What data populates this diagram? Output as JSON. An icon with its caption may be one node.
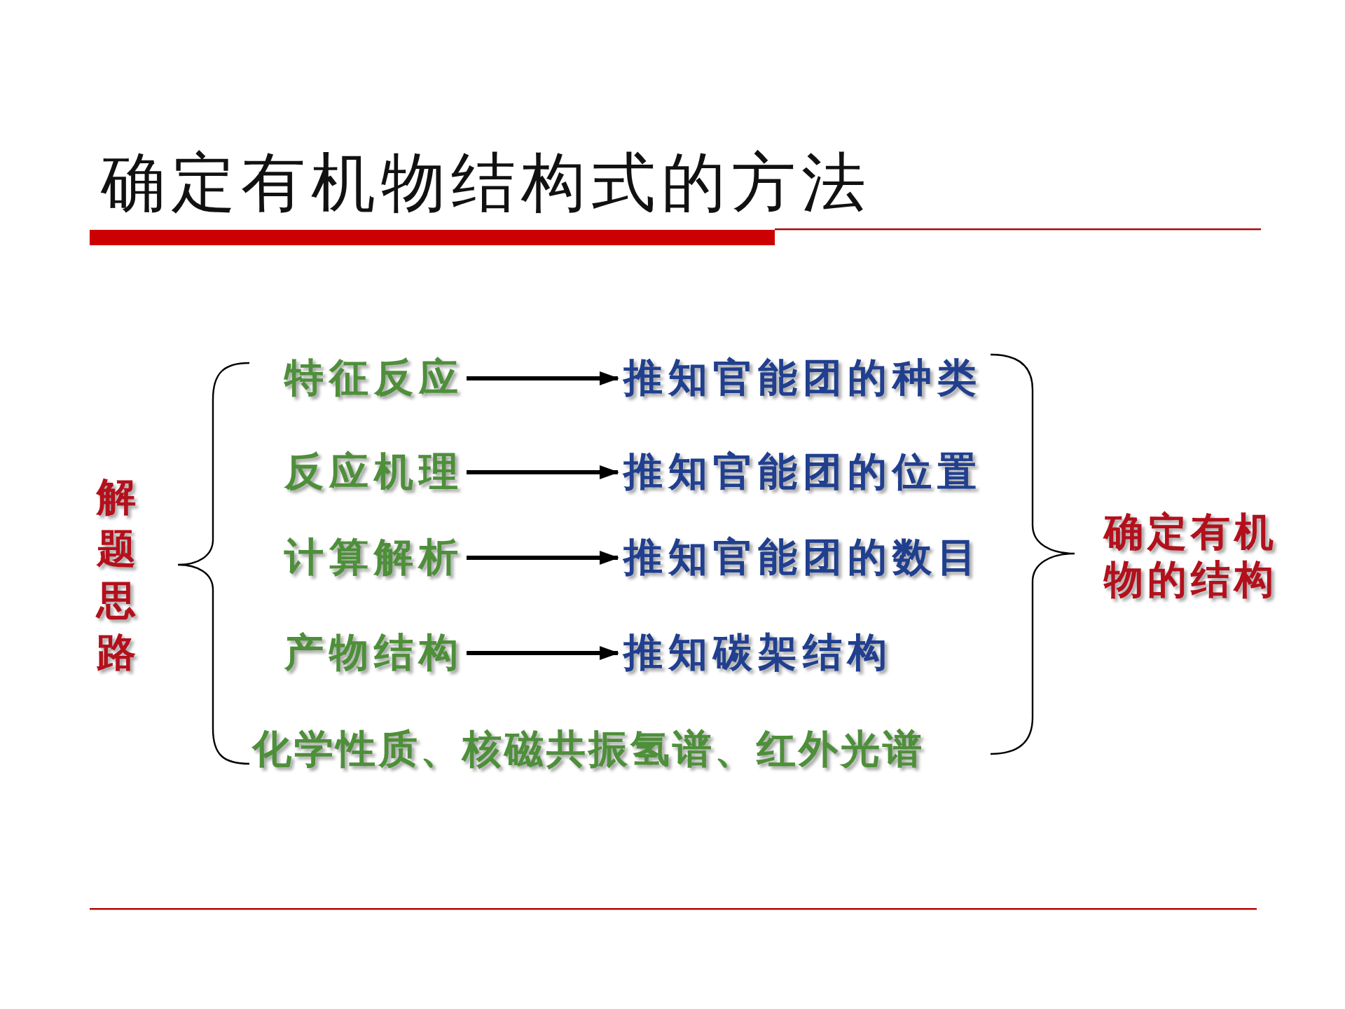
{
  "diagram": {
    "title": "确定有机物结构式的方法",
    "nodes": [
      {
        "text": [
          "特征反应"
        ]
      },
      {
        "text": [
          "推知官能团的种类"
        ]
      },
      {
        "text": [
          "反应机理"
        ]
      },
      {
        "text": [
          "推知官能团的位置"
        ]
      },
      {
        "text": [
          "计算解析"
        ]
      },
      {
        "text": [
          "推知官能团的数目"
        ]
      },
      {
        "text": [
          "产物结构"
        ]
      },
      {
        "text": [
          "推知碳架结构"
        ]
      }
    ],
    "edges": [
      {
        "from": 0,
        "to": 1,
        "arrow": "to"
      },
      {
        "from": 2,
        "to": 3,
        "arrow": "to"
      },
      {
        "from": 4,
        "to": 5,
        "arrow": "to"
      },
      {
        "from": 6,
        "to": 7,
        "arrow": "to"
      }
    ],
    "labels": [
      "解题思路",
      "化学性质、核磁共振氢谱、红外光谱",
      "确定有机物的结构"
    ]
  }
}
